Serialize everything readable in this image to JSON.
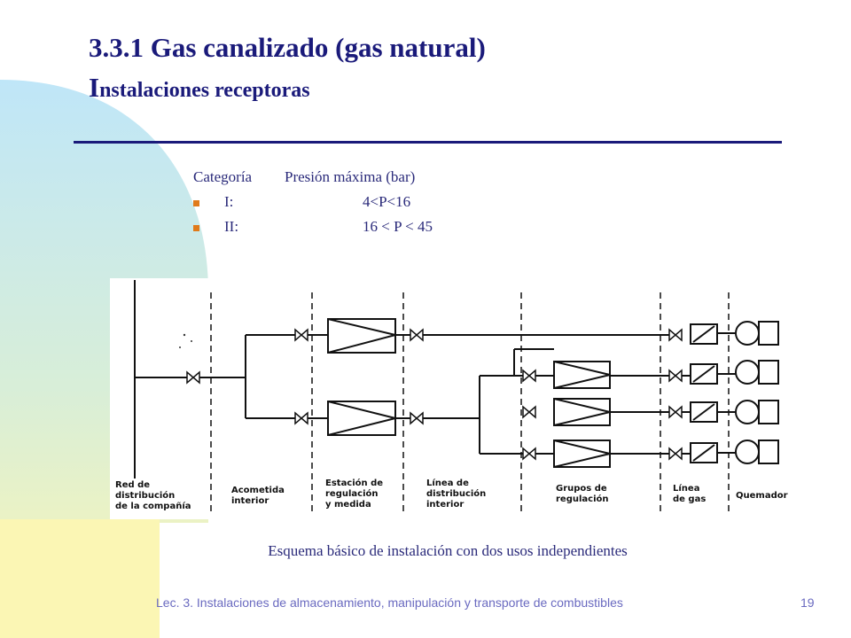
{
  "slide": {
    "title_line1": "3.3.1 Gas canalizado (gas natural)",
    "title_line2_initial": "I",
    "title_line2_rest": "nstalaciones receptoras"
  },
  "categories": {
    "header": {
      "category": "Categoría",
      "pressure": "Presión máxima (bar)"
    },
    "rows": [
      {
        "category": "I:",
        "pressure": "4<P<16"
      },
      {
        "category": "II:",
        "pressure": "16 < P < 45"
      }
    ]
  },
  "diagram": {
    "labels": {
      "red": "Red de\ndistribución\nde la compañía",
      "acometida": "Acometida\ninterior",
      "estacion": "Estación de\nregulación\ny medida",
      "linea_distribucion": "Línea de\ndistribución\ninterior",
      "grupos": "Grupos de\nregulación",
      "linea_gas": "Línea\nde gas",
      "quemador": "Quemador"
    }
  },
  "caption": "Esquema básico de instalación con dos usos independientes",
  "footer": {
    "text": "Lec. 3. Instalaciones de almacenamiento, manipulación y transporte de combustibles",
    "page_number": "19"
  },
  "colors": {
    "title": "#1a1a7a",
    "text": "#2a2a7a",
    "bullet": "#e07a1a",
    "footer": "#6a6ac0",
    "blob_top": "#bfe6f8",
    "blob_bottom": "#fbf6b4"
  }
}
